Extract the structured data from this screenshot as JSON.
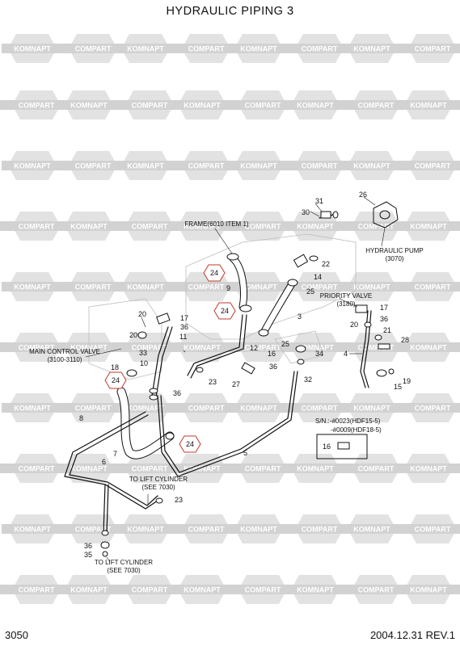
{
  "title": "HYDRAULIC PIPING 3",
  "page_number": "3050",
  "revision": "2004.12.31  REV.1",
  "watermark": {
    "left": "KOMNAPT",
    "right": "COMPART"
  },
  "labels": {
    "frame": "FRAME(6010 ITEM 1)",
    "hydraulic_pump": "HYDRAULIC PUMP",
    "hydraulic_pump_ref": "(3070)",
    "priority_valve": "PRIORITY VALVE",
    "priority_valve_ref": "(3180)",
    "main_control_valve": "MAIN CONTROL VALVE",
    "main_control_valve_ref": "(3100-3110)",
    "to_lift_cylinder_1": "TO LIFT CYLINDER",
    "to_lift_cylinder_1_ref": "(SEE 7030)",
    "to_lift_cylinder_2": "TO LIFT CYLINDER",
    "to_lift_cylinder_2_ref": "(SEE 7030)",
    "sn_line1": "S/N.:-#0023(HDF15-5)",
    "sn_line2": "-#0009(HDF18-5)"
  },
  "callouts": {
    "c31": "31",
    "c30": "30",
    "c26": "26",
    "c22": "22",
    "c14": "14",
    "c25a": "25",
    "c3": "3",
    "c9": "9",
    "c17a": "17",
    "c36a": "36",
    "c20a": "20",
    "c11": "11",
    "c20b": "20",
    "c33": "33",
    "c10": "10",
    "c18": "18",
    "c12": "12",
    "c23a": "23",
    "c27": "27",
    "c16a": "16",
    "c36b": "36",
    "c25b": "25",
    "c34": "34",
    "c32": "32",
    "c17b": "17",
    "c36c": "36",
    "c20c": "20",
    "c21": "21",
    "c28": "28",
    "c4": "4",
    "c19": "19",
    "c15": "15",
    "c36d": "36",
    "c8": "8",
    "c7": "7",
    "c6": "6",
    "c5": "5",
    "c23b": "23",
    "c36e": "36",
    "c35": "35",
    "c16b": "16",
    "h1": "24",
    "h2": "24",
    "h3": "24",
    "h4": "24"
  }
}
